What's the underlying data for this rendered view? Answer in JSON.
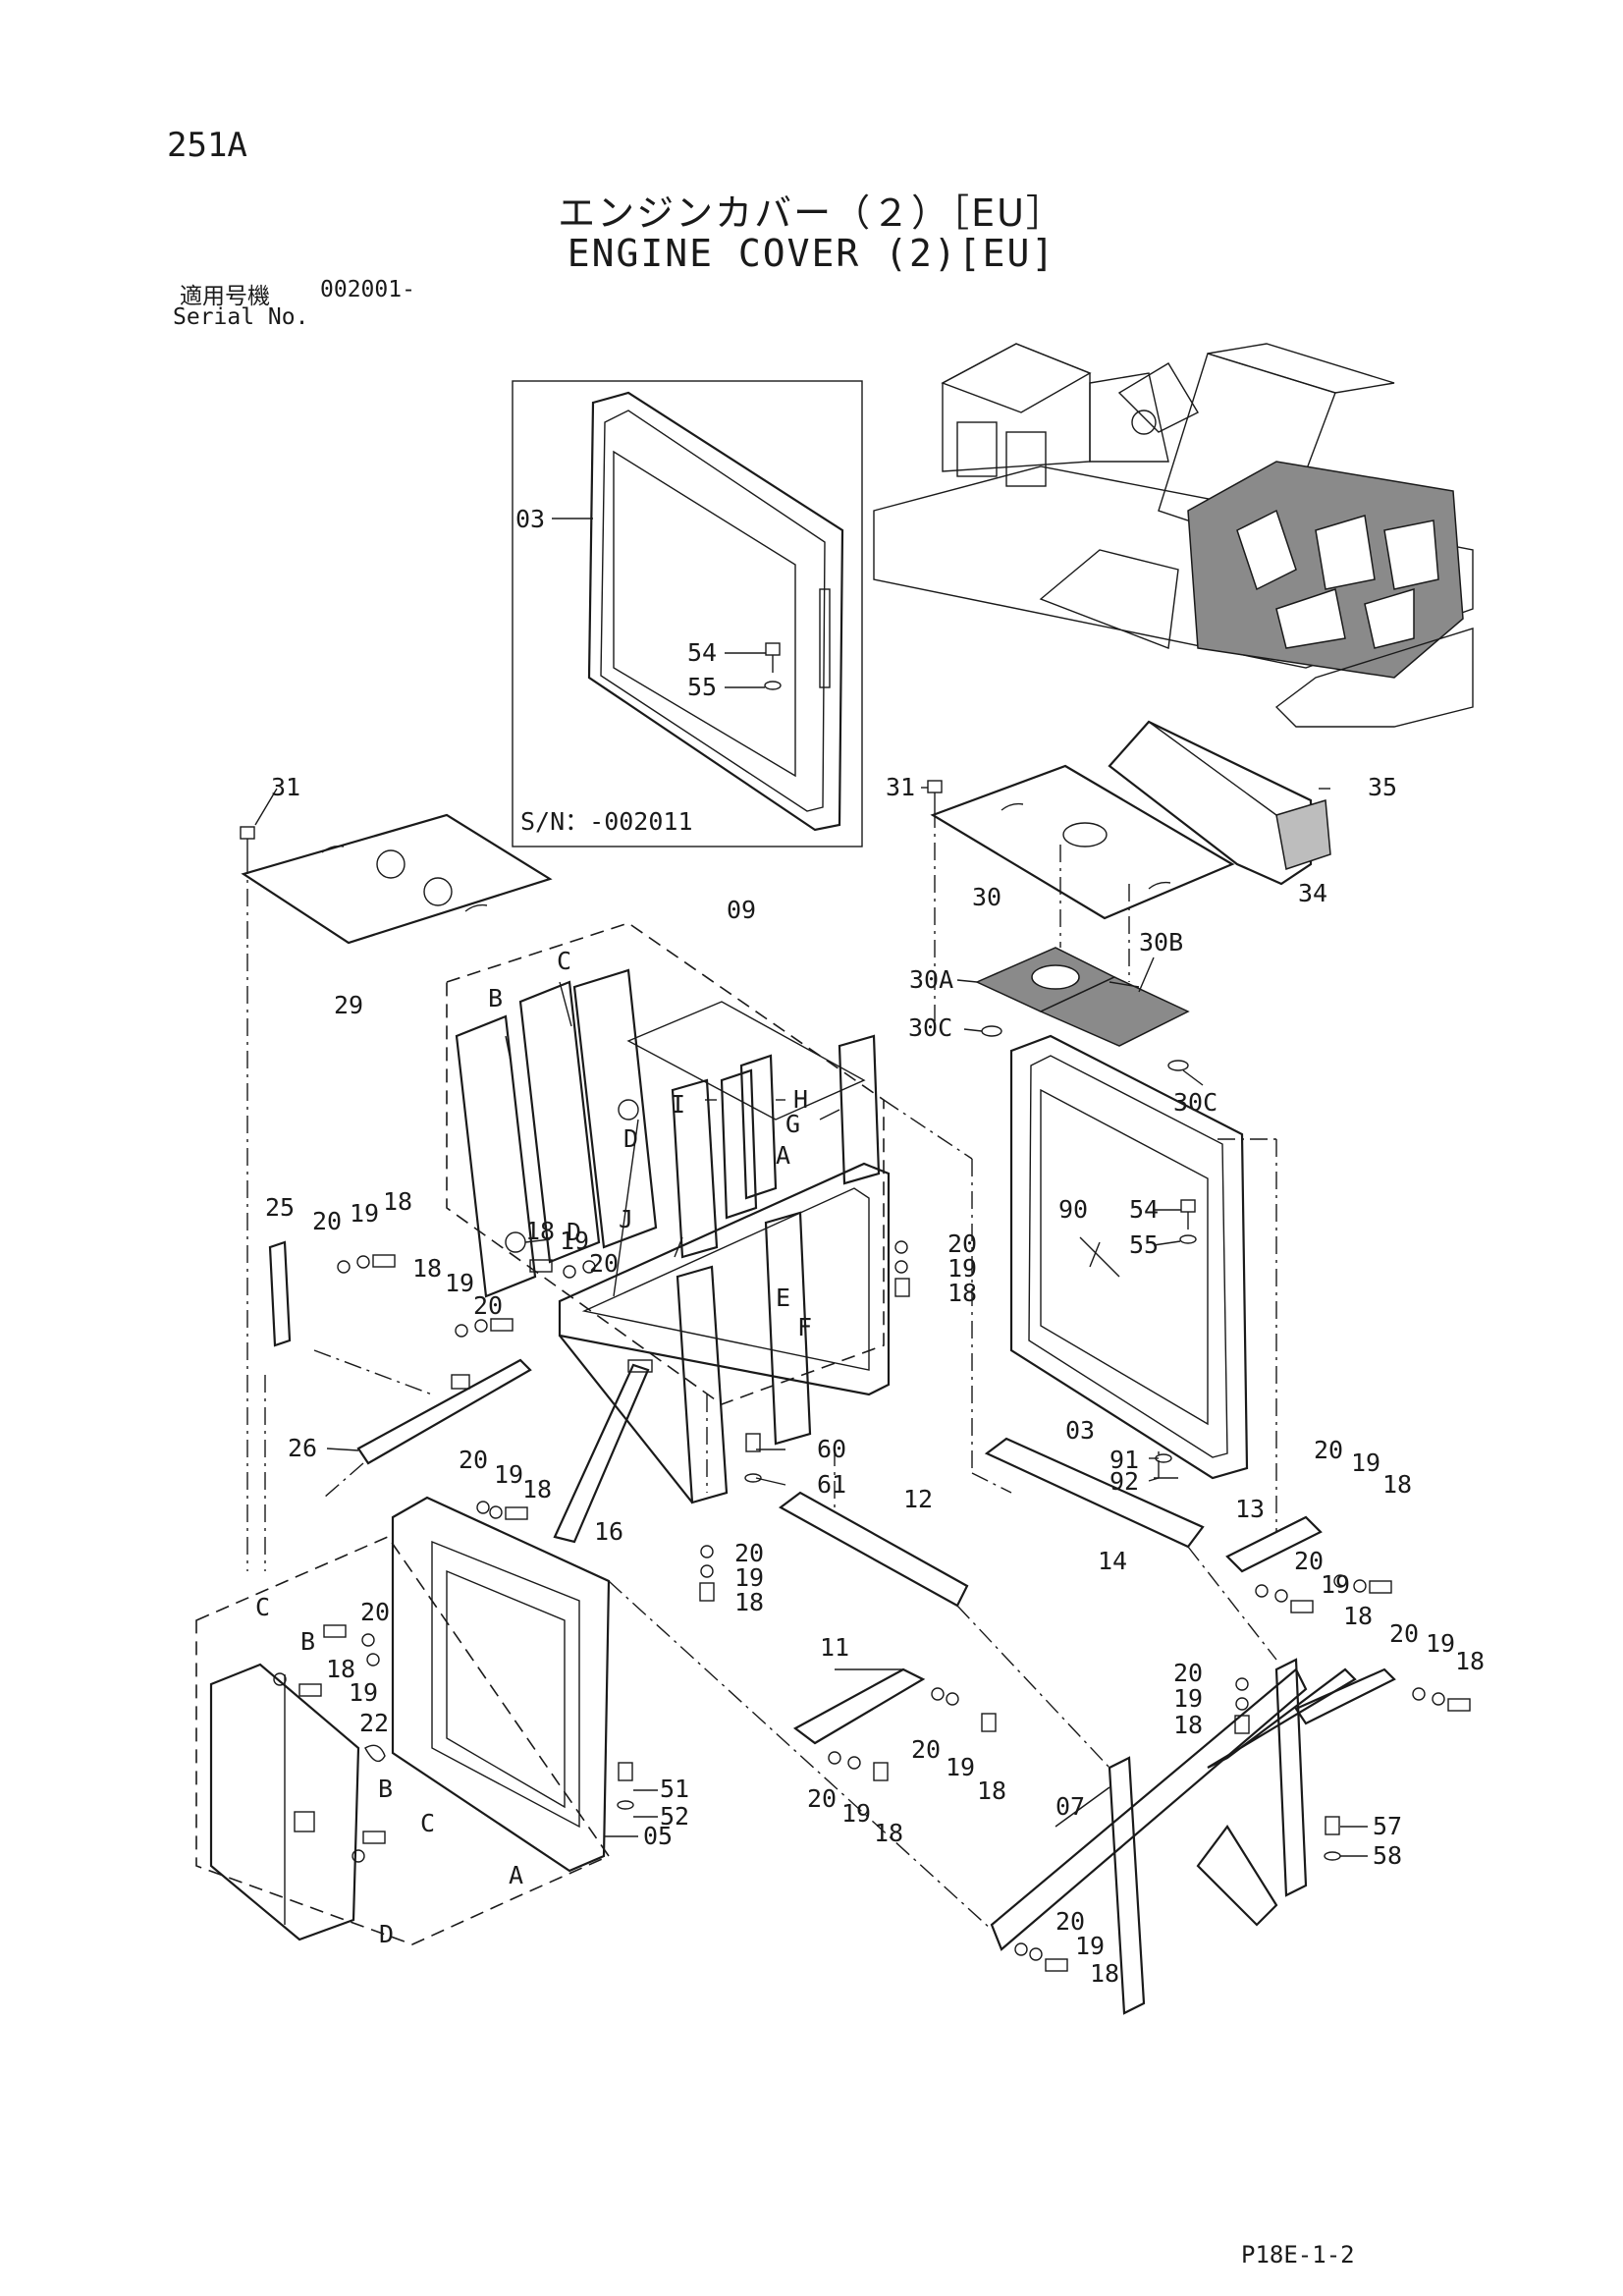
{
  "page": {
    "number": "251A",
    "footer_code": "P18E-1-2"
  },
  "title": {
    "jp": "エンジンカバー（２）［EU］",
    "en": "ENGINE COVER (2)[EU]"
  },
  "serial": {
    "label_jp": "適用号機",
    "value": "002001-",
    "label_en": "Serial No."
  },
  "inset": {
    "serial_range": "S/N：-002011"
  },
  "callouts": {
    "c03a": "03",
    "c54a": "54",
    "c55a": "55",
    "c31a": "31",
    "c29": "29",
    "c09": "09",
    "cB1": "B",
    "cC1": "C",
    "cI": "I",
    "cH": "H",
    "cG": "G",
    "cDd": "D",
    "cJ": "J",
    "cD1": "D",
    "cA1": "A",
    "c31b": "31",
    "c35": "35",
    "c30": "30",
    "c34": "34",
    "c30A": "30A",
    "c30B": "30B",
    "c30Ca": "30C",
    "c30Cb": "30C",
    "c25": "25",
    "c20a": "20",
    "c19a": "19",
    "c18a": "18",
    "c18b": "18",
    "c19b": "19",
    "c20b": "20",
    "c18c": "18",
    "c19c": "19",
    "c20c": "20",
    "c20d": "20",
    "c19d": "19",
    "c18d": "18",
    "cE": "E",
    "cF": "F",
    "c90": "90",
    "c54b": "54",
    "c55b": "55",
    "c26": "26",
    "c60": "60",
    "c61": "61",
    "c16": "16",
    "c03b": "03",
    "c91": "91",
    "c92": "92",
    "c20e": "20",
    "c19e": "19",
    "c18e": "18",
    "c20f": "20",
    "c19f": "19",
    "c18f": "18",
    "c12": "12",
    "c14": "14",
    "c13": "13",
    "c20g": "20",
    "c19g": "19",
    "c18g": "18",
    "c20h": "20",
    "c19h": "19",
    "c18h": "18",
    "cC2": "C",
    "cB2": "B",
    "c20i": "20",
    "c18i": "18",
    "c19i": "19",
    "c22": "22",
    "c05": "05",
    "c11": "11",
    "c20j": "20",
    "c19j": "19",
    "c18j": "18",
    "c20k": "20",
    "c19k": "19",
    "c18k": "18",
    "c51": "51",
    "c52": "52",
    "cB3": "B",
    "cC3": "C",
    "cA2": "A",
    "cD2": "D",
    "c20l": "20",
    "c19l": "19",
    "c18l": "18",
    "c20m": "20",
    "c19m": "19",
    "c18m": "18",
    "c07": "07",
    "c57": "57",
    "c58": "58",
    "c20n": "20",
    "c19n": "19",
    "c18n": "18"
  }
}
